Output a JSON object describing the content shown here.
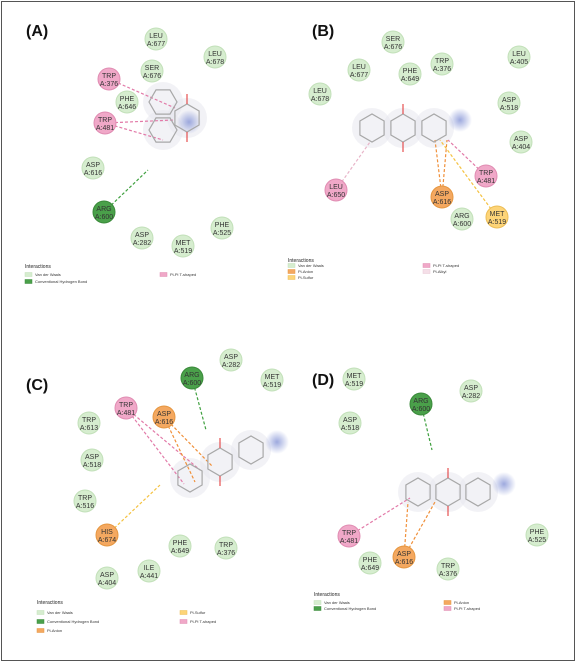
{
  "colors": {
    "vdw": "#d6edcf",
    "vdw_stroke": "#c2e0b9",
    "hbond": "#4aa04a",
    "hbond_stroke": "#3a8a3a",
    "pi_anion": "#f4a860",
    "pi_anion_stroke": "#e59640",
    "pi_sulfur": "#fdd478",
    "pi_sulfur_stroke": "#ecbd55",
    "pipi": "#f0a8c8",
    "pipi_stroke": "#e08cb2",
    "alkyl": "#f5dfe8",
    "alkyl_stroke": "#e8c8d6",
    "mol": "#a8a8a8",
    "oxygen": "#e65050"
  },
  "legend_title": "Interactions",
  "legend": {
    "vdw": "Van der Waals",
    "hbond": "Conventional Hydrogen Bond",
    "pipi": "Pi-Pi T-shaped",
    "pi_anion": "Pi-Anion",
    "pi_sulfur": "Pi-Sulfur",
    "alkyl": "Pi-Alkyl"
  },
  "panels": [
    {
      "label": "(A)",
      "residues": [
        {
          "name": "LEU",
          "id": "A:677",
          "type": "vdw"
        },
        {
          "name": "LEU",
          "id": "A:678",
          "type": "vdw"
        },
        {
          "name": "TRP",
          "id": "A:376",
          "type": "pipi"
        },
        {
          "name": "SER",
          "id": "A:676",
          "type": "vdw"
        },
        {
          "name": "PHE",
          "id": "A:646",
          "type": "vdw"
        },
        {
          "name": "TRP",
          "id": "A:481",
          "type": "pipi"
        },
        {
          "name": "ASP",
          "id": "A:616",
          "type": "vdw"
        },
        {
          "name": "ARG",
          "id": "A:600",
          "type": "hbond"
        },
        {
          "name": "PHE",
          "id": "A:525",
          "type": "vdw"
        },
        {
          "name": "ASP",
          "id": "A:282",
          "type": "vdw"
        },
        {
          "name": "MET",
          "id": "A:519",
          "type": "vdw"
        }
      ],
      "legend": [
        "vdw",
        "hbond",
        "pipi"
      ]
    },
    {
      "label": "(B)",
      "residues": [
        {
          "name": "SER",
          "id": "A:676",
          "type": "vdw"
        },
        {
          "name": "LEU",
          "id": "A:677",
          "type": "vdw"
        },
        {
          "name": "PHE",
          "id": "A:649",
          "type": "vdw"
        },
        {
          "name": "TRP",
          "id": "A:376",
          "type": "vdw"
        },
        {
          "name": "LEU",
          "id": "A:405",
          "type": "vdw"
        },
        {
          "name": "LEU",
          "id": "A:678",
          "type": "vdw"
        },
        {
          "name": "ASP",
          "id": "A:518",
          "type": "vdw"
        },
        {
          "name": "ASP",
          "id": "A:404",
          "type": "vdw"
        },
        {
          "name": "TRP",
          "id": "A:481",
          "type": "pipi"
        },
        {
          "name": "LEU",
          "id": "A:650",
          "type": "pipi"
        },
        {
          "name": "ASP",
          "id": "A:616",
          "type": "pi_anion"
        },
        {
          "name": "ARG",
          "id": "A:600",
          "type": "vdw"
        },
        {
          "name": "MET",
          "id": "A:519",
          "type": "pi_sulfur"
        }
      ],
      "legend": [
        "vdw",
        "pi_anion",
        "pi_sulfur",
        "pipi",
        "alkyl"
      ]
    },
    {
      "label": "(C)",
      "residues": [
        {
          "name": "ASP",
          "id": "A:282",
          "type": "vdw"
        },
        {
          "name": "ARG",
          "id": "A:600",
          "type": "hbond"
        },
        {
          "name": "MET",
          "id": "A:519",
          "type": "vdw"
        },
        {
          "name": "TRP",
          "id": "A:481",
          "type": "pipi"
        },
        {
          "name": "ASP",
          "id": "A:616",
          "type": "pi_anion"
        },
        {
          "name": "TRP",
          "id": "A:613",
          "type": "vdw"
        },
        {
          "name": "ASP",
          "id": "A:518",
          "type": "vdw"
        },
        {
          "name": "TRP",
          "id": "A:516",
          "type": "vdw"
        },
        {
          "name": "HIS",
          "id": "A:674",
          "type": "pi_anion"
        },
        {
          "name": "PHE",
          "id": "A:649",
          "type": "vdw"
        },
        {
          "name": "TRP",
          "id": "A:376",
          "type": "vdw"
        },
        {
          "name": "ILE",
          "id": "A:441",
          "type": "vdw"
        },
        {
          "name": "ASP",
          "id": "A:404",
          "type": "vdw"
        }
      ],
      "legend": [
        "vdw",
        "hbond",
        "pi_anion",
        "pi_sulfur",
        "pipi"
      ]
    },
    {
      "label": "(D)",
      "residues": [
        {
          "name": "MET",
          "id": "A:519",
          "type": "vdw"
        },
        {
          "name": "ASP",
          "id": "A:282",
          "type": "vdw"
        },
        {
          "name": "ARG",
          "id": "A:600",
          "type": "hbond"
        },
        {
          "name": "ASP",
          "id": "A:518",
          "type": "vdw"
        },
        {
          "name": "PHE",
          "id": "A:525",
          "type": "vdw"
        },
        {
          "name": "TRP",
          "id": "A:481",
          "type": "pipi"
        },
        {
          "name": "PHE",
          "id": "A:649",
          "type": "vdw"
        },
        {
          "name": "ASP",
          "id": "A:616",
          "type": "pi_anion"
        },
        {
          "name": "TRP",
          "id": "A:376",
          "type": "vdw"
        }
      ],
      "legend": [
        "vdw",
        "hbond",
        "pi_anion",
        "pipi"
      ]
    }
  ]
}
